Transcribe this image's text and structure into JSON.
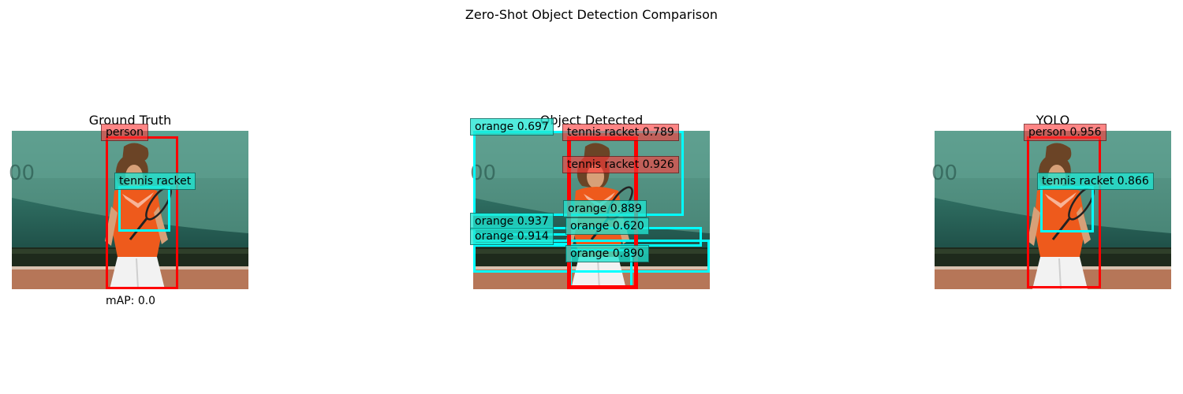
{
  "suptitle": "Zero-Shot Object Detection Comparison",
  "colors": {
    "person": "#ff0000",
    "object": "#00ffff"
  },
  "panels": {
    "gt": {
      "title": "Ground Truth",
      "map_text": "mAP: 0.0",
      "labels": [
        "person",
        "tennis racket"
      ]
    },
    "od": {
      "title": "Object Detected",
      "labels": [
        "orange 0.697",
        "tennis racket 0.789",
        "tennis racket 0.926",
        "orange 0.889",
        "orange 0.937",
        "orange 0.620",
        "orange 0.914",
        "orange 0.890"
      ]
    },
    "yolo": {
      "title": "YOLO",
      "labels": [
        "person 0.956",
        "tennis racket 0.866"
      ]
    }
  }
}
